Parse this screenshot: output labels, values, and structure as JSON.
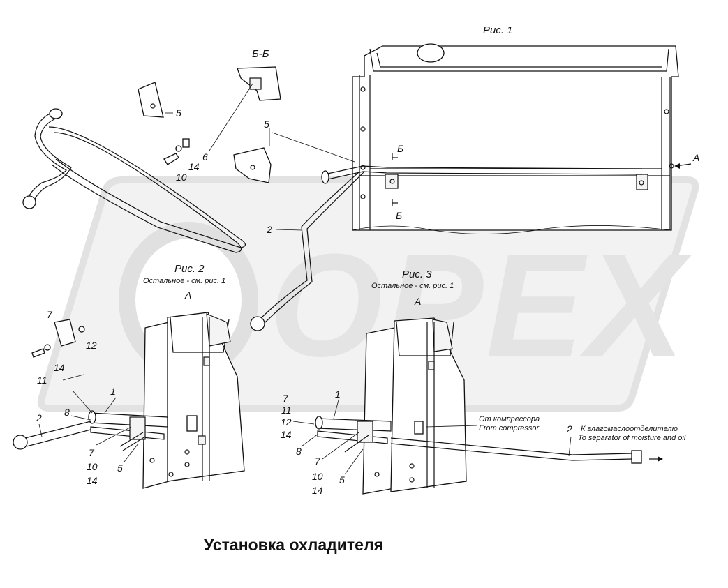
{
  "watermark": {
    "text": "OPEX",
    "color": "#e6e6e6"
  },
  "title": "Установка охладителя",
  "figures": {
    "fig1": {
      "caption": "Рис. 1",
      "view_label": "А"
    },
    "fig2": {
      "caption": "Рис. 2",
      "note": "Остальное - см. рис. 1",
      "view_label": "А"
    },
    "fig3": {
      "caption": "Рис. 3",
      "note": "Остальное - см. рис. 1",
      "view_label": "А"
    }
  },
  "section": {
    "title": "Б-Б",
    "mark_top": "Б",
    "mark_bottom": "Б"
  },
  "annotations": {
    "from_compressor_ru": "От компрессора",
    "from_compressor_en": "From compressor",
    "to_separator_ru": "К влагомаслоотделителю",
    "to_separator_en": "To separator of moisture and oil"
  },
  "callouts": {
    "main": {
      "p5a": "5",
      "p5b": "5",
      "p6": "6",
      "p14": "14",
      "p10": "10",
      "p2": "2"
    },
    "fig2": {
      "p7": "7",
      "p12": "12",
      "p14": "14",
      "p11": "11",
      "p1": "1",
      "p2": "2",
      "p8": "8",
      "p7b": "7",
      "p10": "10",
      "p14b": "14",
      "p5": "5"
    },
    "fig3": {
      "p7": "7",
      "p11": "11",
      "p12": "12",
      "p14": "14",
      "p1": "1",
      "p8": "8",
      "p7b": "7",
      "p10": "10",
      "p14b": "14",
      "p5": "5",
      "p2": "2"
    }
  }
}
